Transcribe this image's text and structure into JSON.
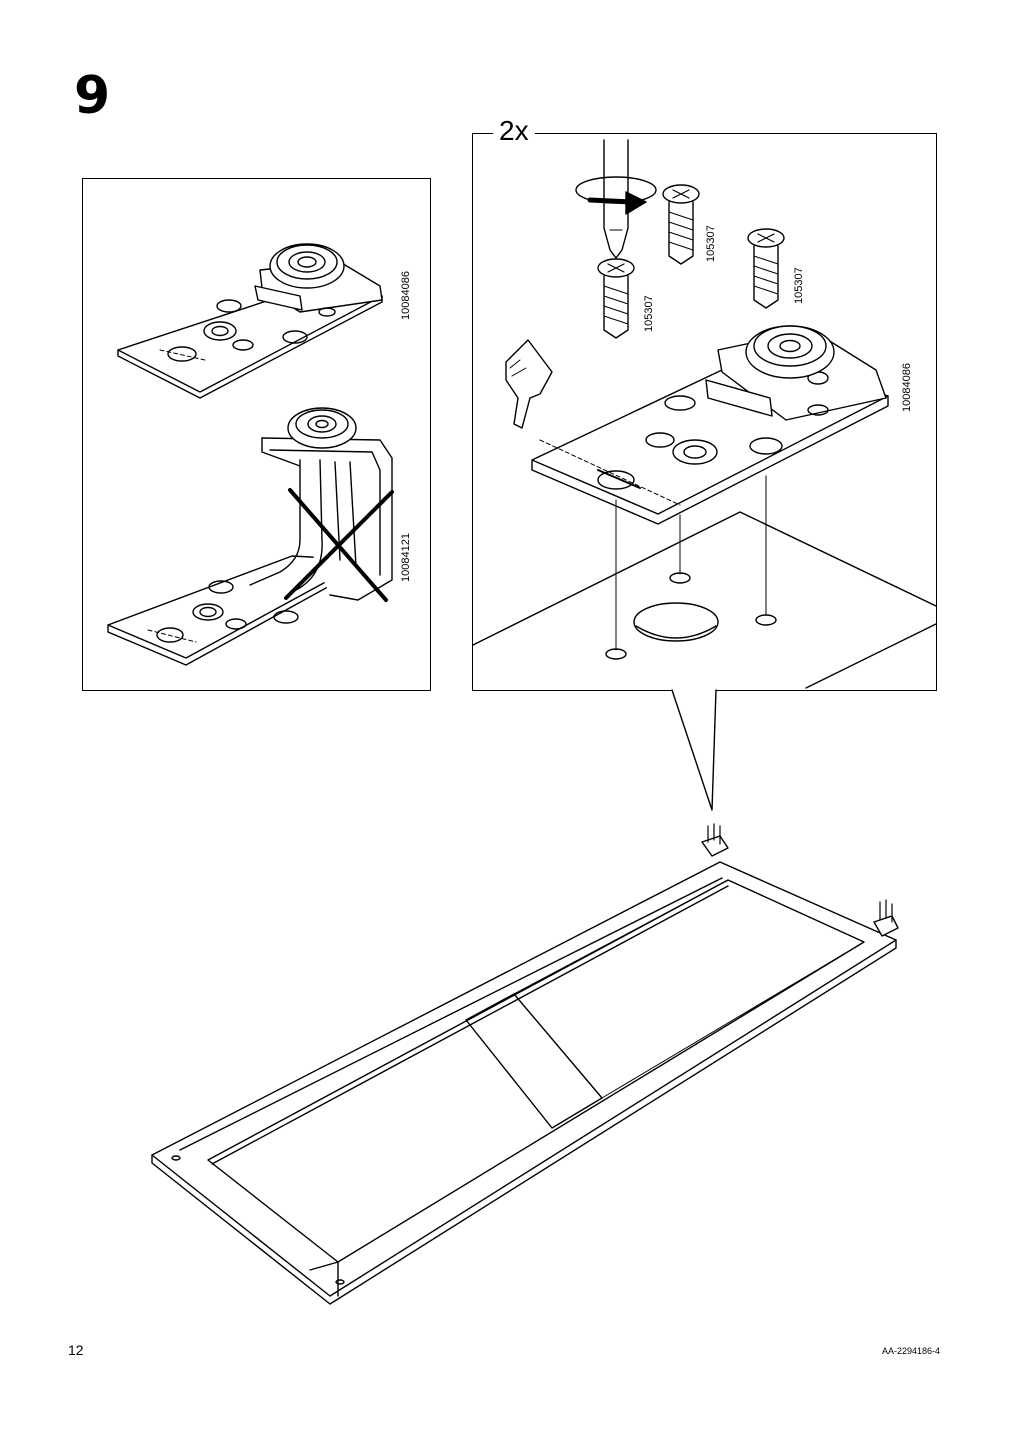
{
  "step": {
    "number": "9"
  },
  "detail": {
    "quantity": "2x"
  },
  "parts": {
    "fitting_correct": "10084086",
    "fitting_incorrect": "10084121",
    "screw": "105307",
    "fitting_detail": "10084086"
  },
  "footer": {
    "page_number": "12",
    "document_code": "AA-2294186-4"
  }
}
